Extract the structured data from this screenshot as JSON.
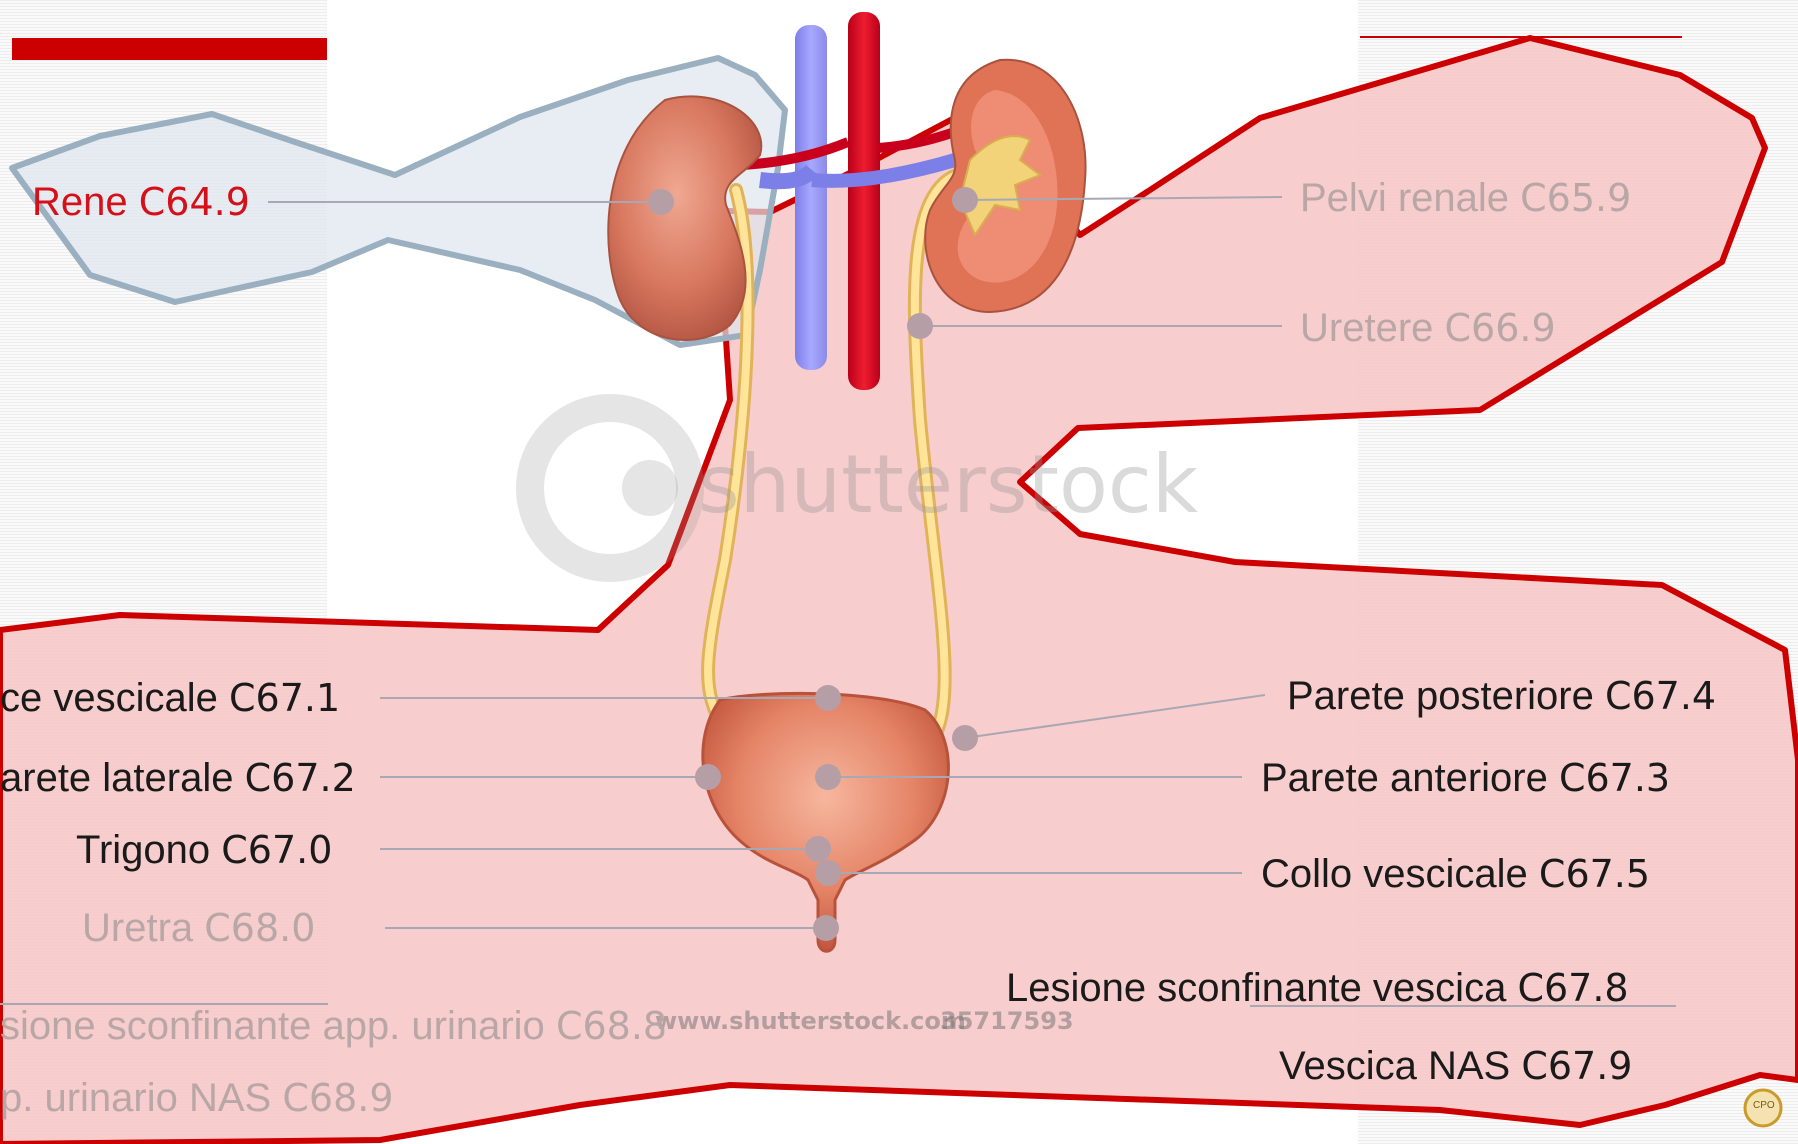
{
  "watermark": {
    "brand": "shutterstock",
    "url": "www.shutterstock.com",
    "id": "35717593"
  },
  "logo": {
    "text": "CPO"
  },
  "labels": {
    "rene": {
      "name": "Rene",
      "code": "C64.9"
    },
    "pelvi": {
      "name": "Pelvi renale",
      "code": "C65.9"
    },
    "uretere": {
      "name": "Uretere",
      "code": "C66.9"
    },
    "orifice": {
      "name": "ce vescicale",
      "code": "C67.1"
    },
    "laterale": {
      "name": "arete laterale",
      "code": "C67.2"
    },
    "trigono": {
      "name": "Trigono",
      "code": "C67.0"
    },
    "uretra": {
      "name": "Uretra",
      "code": "C68.0"
    },
    "posteriore": {
      "name": "Parete posteriore",
      "code": "C67.4"
    },
    "anteriore": {
      "name": "Parete anteriore",
      "code": "C67.3"
    },
    "collo": {
      "name": "Collo vescicale",
      "code": "C67.5"
    },
    "sconf_vescica": {
      "name": "Lesione sconfinante vescica",
      "code": "C67.8"
    },
    "nas_vescica": {
      "name": "Vescica  NAS",
      "code": "C67.9"
    },
    "sconf_app": {
      "name": "sione sconfinante app. urinario",
      "code": "C68.8"
    },
    "nas_app": {
      "name": "p. urinario NAS",
      "code": "C68.9"
    }
  },
  "colors": {
    "highlight_fill": "#f7c6c6",
    "highlight_stroke": "#cc0000",
    "kidney_region_stroke": "#9aafbf",
    "leader_line": "#a8a8b4",
    "dot": "#b59ea6"
  }
}
